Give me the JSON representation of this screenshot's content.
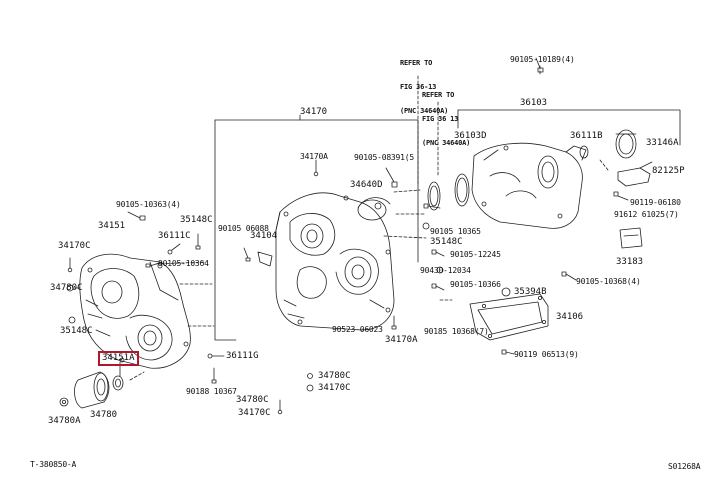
{
  "refs": {
    "a": [
      "REFER TO",
      "FIG 36-13",
      "(PNC 34640A)"
    ],
    "b": [
      "REFER TO",
      "FIG 36 13",
      "(PNC 34640A)"
    ]
  },
  "labels": {
    "l90105_10189": "90105-10189(4)",
    "l34170": "34170",
    "l36103": "36103",
    "l34170A_top": "34170A",
    "l90105_08391": "90105-08391(5",
    "l36103D": "36103D",
    "l36111B": "36111B",
    "l33146A": "33146A",
    "l34640D": "34640D",
    "l82125P": "82125P",
    "l90105_10363": "90105-10363(4)",
    "l35148C_a": "35148C",
    "l34151": "34151",
    "l90105_06088": "90105 06088",
    "l34104": "34104",
    "l36111C": "36111C",
    "l90119_06180": "90119-06180",
    "l91612_61025": "91612 61025(7)",
    "l90105_10365": "90105 10365",
    "l35148C_b": "35148C",
    "l34170C_left": "34170C",
    "l90105_10364": "90105-10364",
    "l90105_12245": "90105-12245",
    "l33183": "33183",
    "l90430_12034": "90430-12034",
    "l90105_10368_4": "90105-10368(4)",
    "l34780C_left": "34780C",
    "l90105_10366": "90105-10366",
    "l35394B": "35394B",
    "l35148C_c": "35148C",
    "l90523_06023": "90523-06023",
    "l90185_10368_7": "90185 10368(7)",
    "l34106": "34106",
    "l34170A_bot": "34170A",
    "l34151A": "34151A",
    "l36111G": "36111G",
    "l90119_06513": "90119 06513(9)",
    "l34780C_bot": "34780C",
    "l90188_10367": "90188 10367",
    "l34170C_bot1": "34170C",
    "l34780C_bot2": "34780C",
    "l34780": "34780",
    "l34780A": "34780A",
    "l34170C_bot2": "34170C"
  },
  "footer": {
    "left": "T-380850-A",
    "right": "S01268A"
  },
  "colors": {
    "highlight": "#b0172a",
    "line": "#222222"
  }
}
